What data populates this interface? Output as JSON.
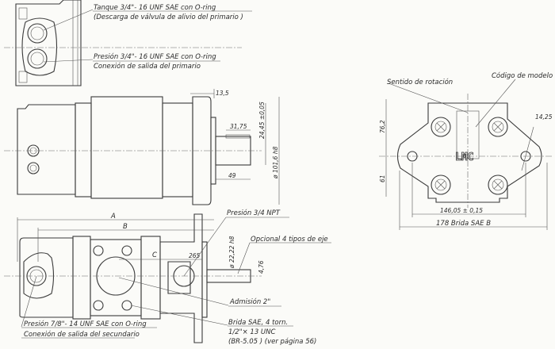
{
  "top_view": {
    "tank_label": "Tanque  3/4\"- 16  UNF  SAE con  O-ring",
    "tank_note": "(Descarga  de válvula  de alivio  del  primario )",
    "pressure_label": "Presión  3/4\"- 16  UNF  SAE con  O-ring",
    "pressure_note": "Conexión  de salida  del  primario"
  },
  "side_view": {
    "dim_flange": "13,5",
    "dim_key": "31,75",
    "dim_shaft_len": "49",
    "dim_key_height": "24,45 ±0,05",
    "dim_pilot": "ø 101,6  h8"
  },
  "front_view": {
    "rotation_label": "Sentido  de rotación",
    "model_label": "Código  de modelo",
    "logo": "LMC",
    "dim_upper": "76,2",
    "dim_lower": "61",
    "dim_hole": "14,25",
    "dim_bolt_spacing": "146,05 ± 0,15",
    "dim_flange_width": "178  Brida  SAE  B"
  },
  "bottom_view": {
    "dim_a": "A",
    "dim_b": "B",
    "dim_c": "C",
    "dim_265": "265",
    "dim_shaft_dia": "ø 22,22 h8",
    "dim_key": "4,76",
    "pressure_npt": "Presión  3/4   NPT",
    "shaft_option": "Opcional  4 tipos de eje",
    "intake": "Admisión   2\"",
    "flange": "Brida SAE, 4 torn.",
    "flange_thread": "1/2\"× 13  UNC",
    "flange_ref": "(BR-5.05 )  (ver página  56)",
    "secondary_pressure": "Presión   7/8\"- 14  UNF  SAE con  O-ring",
    "secondary_note": "Conexión  de salida  del  secundario"
  }
}
